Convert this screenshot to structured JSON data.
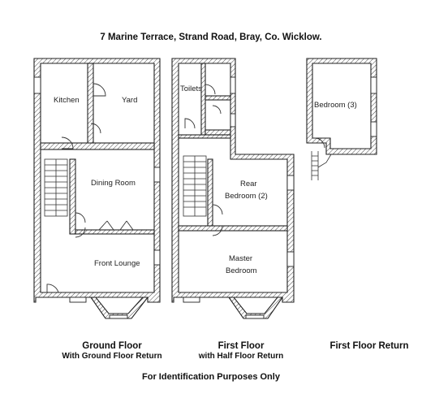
{
  "title": "7 Marine Terrace, Strand Road, Bray, Co. Wicklow.",
  "rooms": {
    "kitchen": "Kitchen",
    "yard": "Yard",
    "dining": "Dining Room",
    "front_lounge": "Front Lounge",
    "toilets": "Toilets",
    "rear_bedroom_1": "Rear",
    "rear_bedroom_2": "Bedroom (2)",
    "master_1": "Master",
    "master_2": "Bedroom",
    "bedroom3": "Bedroom (3)"
  },
  "captions": {
    "ground_main": "Ground Floor",
    "ground_sub": "With Ground Floor Return",
    "first_main": "First Floor",
    "first_sub": "with Half Floor Return",
    "return_main": "First Floor Return"
  },
  "footer": "For Identification Purposes Only"
}
